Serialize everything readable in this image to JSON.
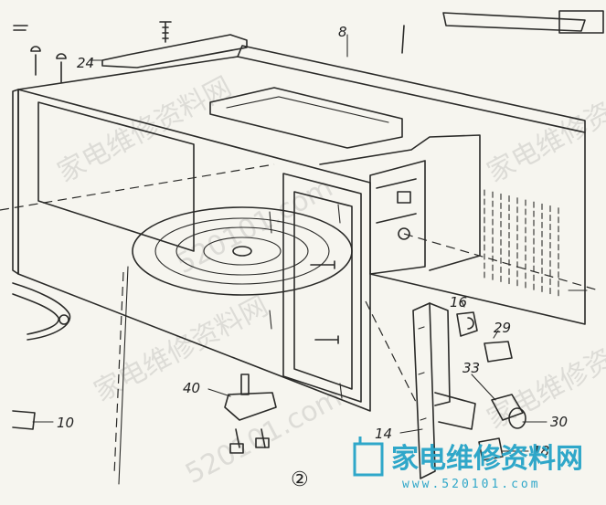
{
  "labels": {
    "l24": "24",
    "l8": "8",
    "l16": "16",
    "l29": "29",
    "l33": "33",
    "l40": "40",
    "l10": "10",
    "l14": "14",
    "l30": "30",
    "l18": "18"
  },
  "figure_number": "②",
  "watermark": {
    "text1": "家电维修资料网",
    "text2": "520101.com"
  },
  "logo": {
    "brand": "家电维修资料网",
    "url": "www.520101.com"
  },
  "colors": {
    "ink": "#2a2a28",
    "paper": "#f6f5ef",
    "logo": "#2fa7c9"
  }
}
